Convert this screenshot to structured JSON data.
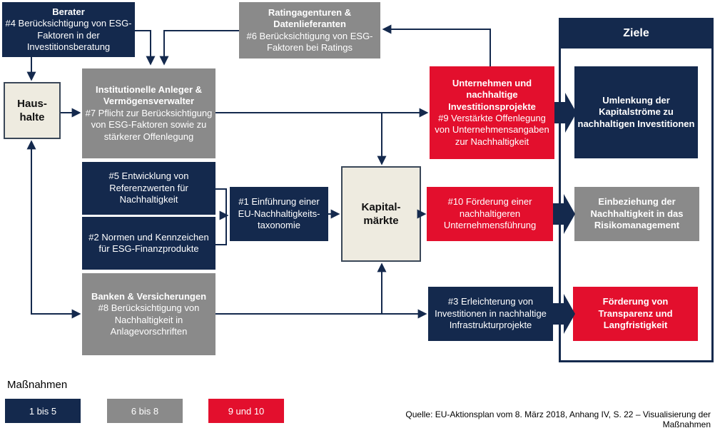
{
  "palette": {
    "navy": "#14294D",
    "gray": "#8A8A8A",
    "red": "#E30F2D",
    "cream": "#EEEBE0",
    "background": "#FFFFFF"
  },
  "nodes": {
    "berater": {
      "title": "Berater",
      "body": "#4 Berücksichtigung von ESG-Faktoren in der Investitionsberatung"
    },
    "rating": {
      "title": "Ratingagenturen & Datenlieferanten",
      "body": "#6 Berücksichtigung von ESG-Faktoren bei Ratings"
    },
    "haushalte": {
      "line1": "Haus-",
      "line2": "halte"
    },
    "inst": {
      "title": "Institutionelle Anleger & Vermögensverwalter",
      "body": "#7 Pflicht zur Berücksichtigung von ESG-Faktoren sowie zu stärkerer Offenlegung"
    },
    "m5": {
      "body": "#5 Entwicklung von Referenzwerten für Nachhaltigkeit"
    },
    "m2": {
      "body": "#2 Normen und Kennzeichen für ESG-Finanzprodukte"
    },
    "m1": {
      "body": "#1 Einführung einer EU-Nachhaltigkeits-taxonomie"
    },
    "kapital": {
      "line1": "Kapital-",
      "line2": "märkte"
    },
    "banken": {
      "title": "Banken & Versicherungen",
      "body": "#8 Berücksichtigung von Nachhaltigkeit in Anlagevorschriften"
    },
    "untern": {
      "title": "Unternehmen und nachhaltige Investitionsprojekte",
      "body": "#9 Verstärkte Offenlegung von Unternehmensangaben zur Nachhaltigkeit"
    },
    "m10": {
      "body": "#10 Förderung einer nachhaltigeren Unternehmensführung"
    },
    "m3": {
      "body": "#3 Erleichterung von Investitionen in nachhaltige Infrastrukturprojekte"
    }
  },
  "ziele": {
    "header": "Ziele",
    "goal1": "Umlenkung der Kapitalströme zu nachhaltigen Investitionen",
    "goal2": "Einbeziehung der Nachhaltigkeit in das Risikomanagement",
    "goal3": "Förderung von Transparenz und Langfristigkeit"
  },
  "legend": {
    "label": "Maßnahmen",
    "items": [
      {
        "label": "1 bis 5",
        "color": "#14294D"
      },
      {
        "label": "6 bis 8",
        "color": "#8A8A8A"
      },
      {
        "label": "9 und 10",
        "color": "#E30F2D"
      }
    ]
  },
  "source": "Quelle: EU-Aktionsplan vom 8. März 2018, Anhang IV, S. 22 – Visualisierung der Maßnahmen"
}
